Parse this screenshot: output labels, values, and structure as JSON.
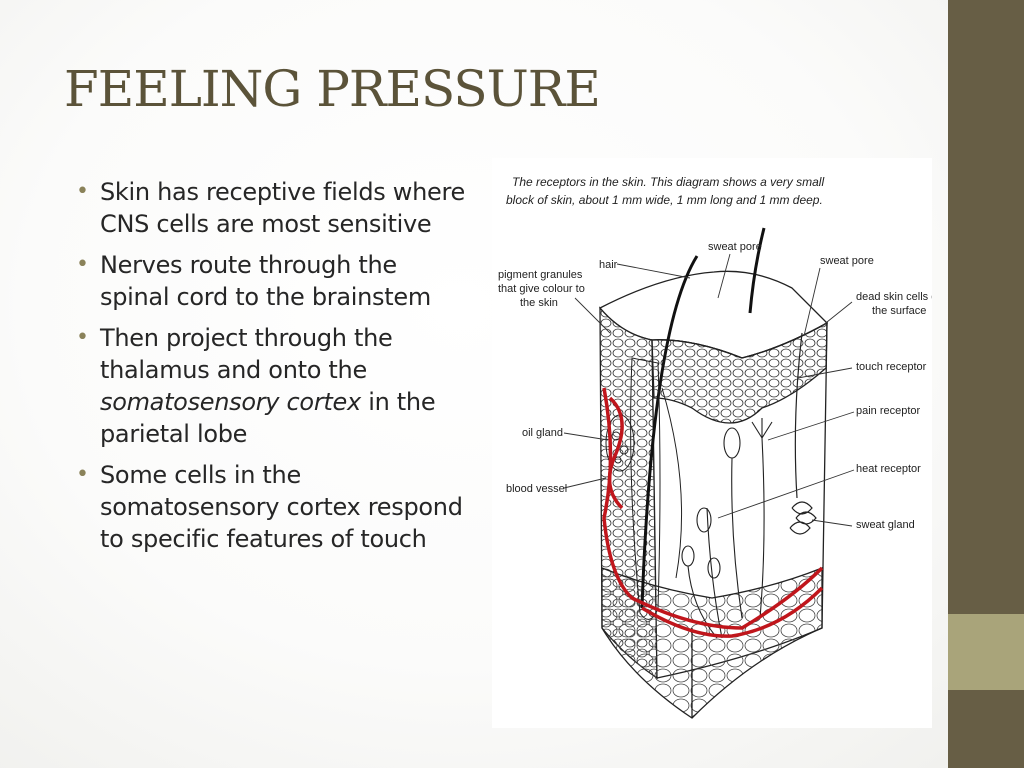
{
  "slide": {
    "title": "FEELING PRESSURE",
    "bullets": [
      {
        "text": "Skin has receptive fields where CNS cells are most sensitive"
      },
      {
        "text": "Nerves route through the spinal cord to the brainstem"
      },
      {
        "pre": "Then project through the thalamus and onto the ",
        "em": "somatosensory cortex",
        "post": " in the parietal lobe"
      },
      {
        "text": "Some cells in the somatosensory cortex respond to specific features of touch"
      }
    ],
    "bullet_glyph": "•"
  },
  "diagram": {
    "caption_line1": "The receptors in the skin. This diagram shows a very small",
    "caption_line2": "block of skin, about 1 mm wide, 1 mm long and 1 mm deep.",
    "labels": {
      "hair": "hair",
      "sweat_pore_1": "sweat pore",
      "sweat_pore_2": "sweat pore",
      "pigment_1": "pigment granules",
      "pigment_2": "that give colour to",
      "pigment_3": "the skin",
      "dead_1": "dead skin cells on",
      "dead_2": "the surface",
      "touch_receptor": "touch receptor",
      "pain_receptor": "pain receptor",
      "oil_gland": "oil gland",
      "heat_receptor": "heat receptor",
      "blood_vessel": "blood vessel",
      "sweat_gland": "sweat gland"
    }
  },
  "colors": {
    "title": "#5b5339",
    "sidebar": "#675e45",
    "sidebar_accent": "#a9a47a",
    "bullet": "#8a8259",
    "vessel": "#c0161c"
  }
}
